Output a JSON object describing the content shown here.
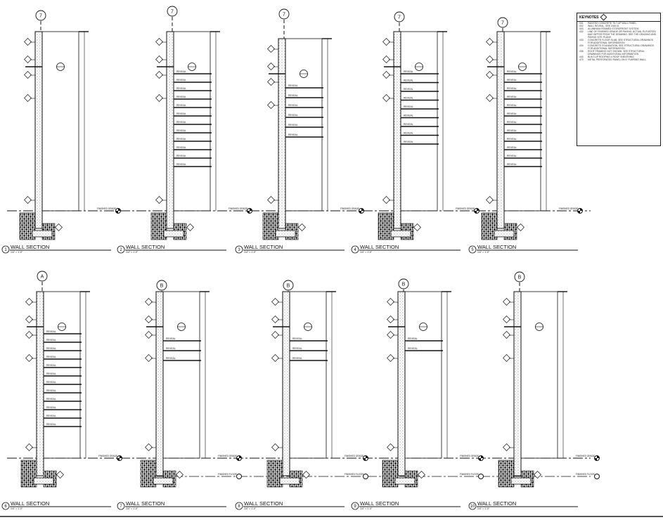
{
  "keynotes": {
    "title": "KEYNOTES",
    "items": [
      {
        "code": "001",
        "text": "PAINTED CONCRETE TILT-UP WALL PANEL"
      },
      {
        "code": "002",
        "text": "WALL REVEAL, SEE 2/A9.01"
      },
      {
        "code": "003",
        "text": "ALUMINUM FRAMED STOREFRONT SYSTEM"
      },
      {
        "code": "432",
        "text": "LINE OF FINISHED GRADE OR PAVING. ACTUAL ELEVATION MAY DIFFER FROM THE DRAWING. SEE THE GRADING AND PAVING SITE PLANS"
      },
      {
        "code": "433",
        "text": "CONCRETE FLOOR SLAB, SEE STRUCTURAL DRAWINGS FOR ADDITIONAL INFORMATION"
      },
      {
        "code": "434",
        "text": "CONCRETE FOUNDATION, SEE STRUCTURAL DRAWINGS FOR ADDITIONAL INFORMATION"
      },
      {
        "code": "436",
        "text": "ROOF FRAMING NOT SHOWN. SEE STRUCTURAL DRAWINGS FOR ADDITIONAL INFORMATION"
      },
      {
        "code": "440",
        "text": "BUILT-UP ROOFING 4 ROOF SHEATHING"
      },
      {
        "code": "470",
        "text": "METAL PERFORATED PANEL ON 6\" FURRING WALL"
      }
    ]
  },
  "labels": {
    "reveal": "REVEAL",
    "finished_grade": "FINISHED GRADE",
    "finished_floor": "FINISHED FLOOR"
  },
  "sections": [
    {
      "num": "1",
      "grid": "7",
      "title": "WALL SECTION",
      "scale": "1/4\" = 1'-0\"",
      "reveals": 0
    },
    {
      "num": "2",
      "grid": "7",
      "title": "WALL SECTION",
      "scale": "1/4\" = 1'-0\"",
      "reveals": 12
    },
    {
      "num": "3",
      "grid": "7",
      "title": "WALL SECTION",
      "scale": "1/4\" = 1'-0\"",
      "reveals": 6
    },
    {
      "num": "4",
      "grid": "7",
      "title": "WALL SECTION",
      "scale": "1/4\" = 1'-0\"",
      "reveals": 9
    },
    {
      "num": "5",
      "grid": "7",
      "title": "WALL SECTION",
      "scale": "1/4\" = 1'-0\"",
      "reveals": 12
    },
    {
      "num": "6",
      "grid": "A",
      "title": "WALL SECTION",
      "scale": "1/4\" = 1'-0\"",
      "reveals": 12
    },
    {
      "num": "7",
      "grid": "B",
      "title": "WALL SECTION",
      "scale": "1/4\" = 1'-0\"",
      "reveals": 3
    },
    {
      "num": "8",
      "grid": "B",
      "title": "WALL SECTION",
      "scale": "1/4\" = 1'-0\"",
      "reveals": 3
    },
    {
      "num": "9",
      "grid": "B",
      "title": "WALL SECTION",
      "scale": "1/4\" = 1'-0\"",
      "reveals": 2
    },
    {
      "num": "10",
      "grid": "B",
      "title": "WALL SECTION",
      "scale": "1/4\" = 1'-0\"",
      "reveals": 0
    }
  ]
}
